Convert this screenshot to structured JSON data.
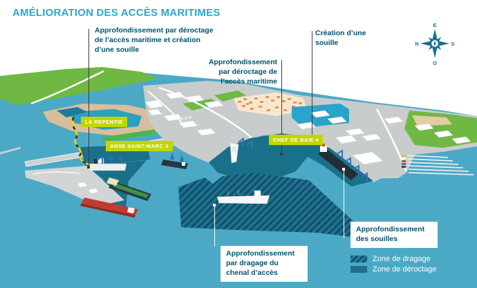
{
  "title": "AMÉLIORATION DES ACCÈS MARITIMES",
  "compass": {
    "top": "E",
    "right": "S",
    "bottom": "O",
    "left": "N"
  },
  "annotations": {
    "deroctage_souille": "Approfondissement par déroctage de l’accès maritime et création d’une souille",
    "deroctage": "Approfondissement par déroctage de l’accès maritime",
    "souille": "Création d’une souille",
    "dragage_chenal": "Approfondissement par dragage du chenal d’accès",
    "souilles": "Approfondissement des souilles"
  },
  "badges": {
    "la_repentie": "LA REPENTIE",
    "anse_saint_marc": "ANSE SAINT-MARC 3",
    "chef_de_baie": "CHEF DE BAIE 4"
  },
  "legend": {
    "dragage": "Zone de dragage",
    "deroctage": "Zone de déroctage"
  },
  "colors": {
    "title": "#2FA6C9",
    "annotation_text": "#00536E",
    "sea": "#4BA9C6",
    "deroctage_zone": "#1B7089",
    "dragage_zone_base": "#1E7291",
    "dragage_zone_stripe": "#124E68",
    "land_gray": "#C8CCCD",
    "land_green": "#6FB843",
    "land_tan": "#D8BE9C",
    "badge_bg": "#C3D500",
    "crane_blue": "#2E75B6",
    "pipeline_yellow": "#F2D600"
  }
}
